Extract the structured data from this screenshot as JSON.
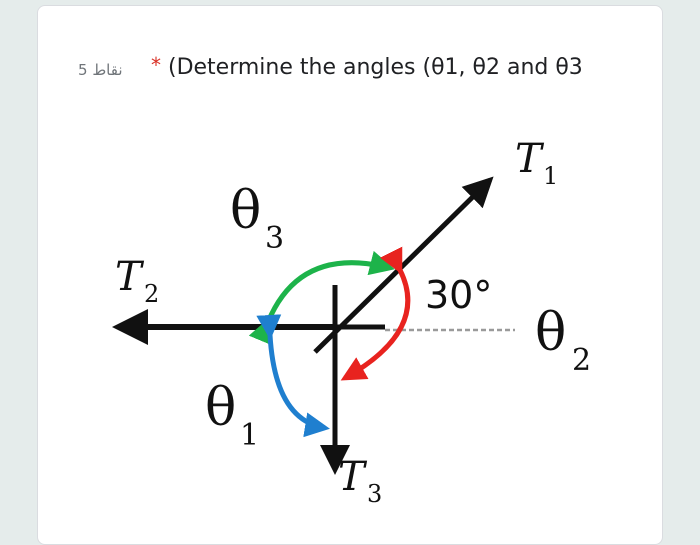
{
  "question": {
    "points_label": "5 نقاط",
    "required_marker": "*",
    "text": "(Determine the angles (θ1, θ2 and θ3"
  },
  "figure": {
    "labels": {
      "t1_main": "T",
      "t1_sub": "1",
      "t2_main": "T",
      "t2_sub": "2",
      "t3_main": "T",
      "t3_sub": "3",
      "theta1_main": "θ",
      "theta1_sub": "1",
      "theta2_main": "θ",
      "theta2_sub": "2",
      "theta3_main": "θ",
      "theta3_sub": "3",
      "angle_30": "30°"
    },
    "colors": {
      "vector": "#111111",
      "theta3_arc": "#1db34a",
      "theta2_arc": "#e8231f",
      "theta1_arc": "#1f7fcf",
      "dashed_line": "#9a9a9a"
    }
  }
}
